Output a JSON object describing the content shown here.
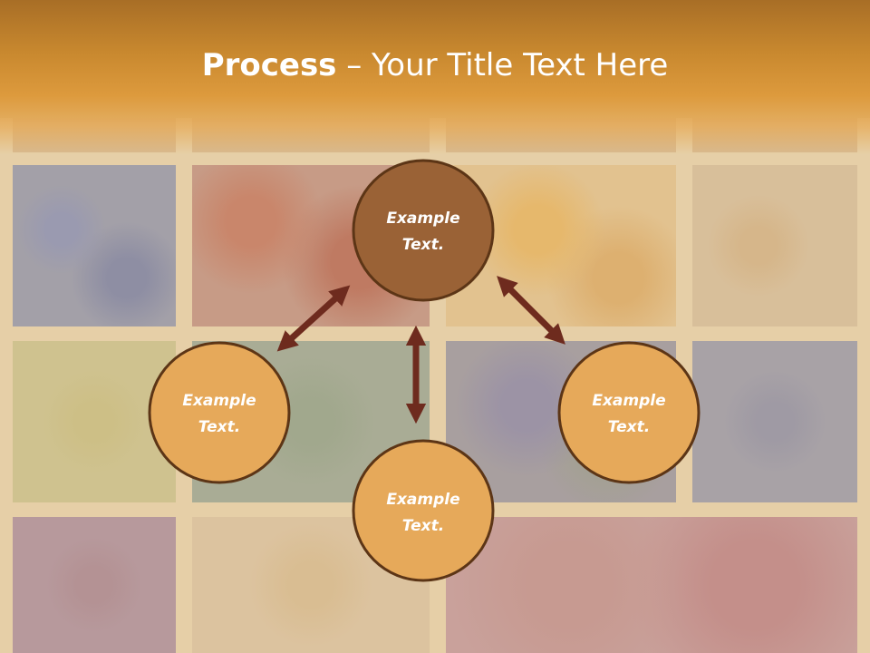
{
  "title": {
    "bold": "Process",
    "rest": " – Your Title Text Here"
  },
  "nodes": [
    {
      "line1": "Example",
      "line2": "Text.",
      "fill": "#9a6236"
    },
    {
      "line1": "Example",
      "line2": "Text.",
      "fill": "#e6a95a"
    },
    {
      "line1": "Example",
      "line2": "Text.",
      "fill": "#e6a95a"
    },
    {
      "line1": "Example",
      "line2": "Text.",
      "fill": "#e6a95a"
    }
  ],
  "colors": {
    "header": "#c9892f",
    "node_outline": "#5c3516",
    "arrow": "#6e2b1e"
  }
}
